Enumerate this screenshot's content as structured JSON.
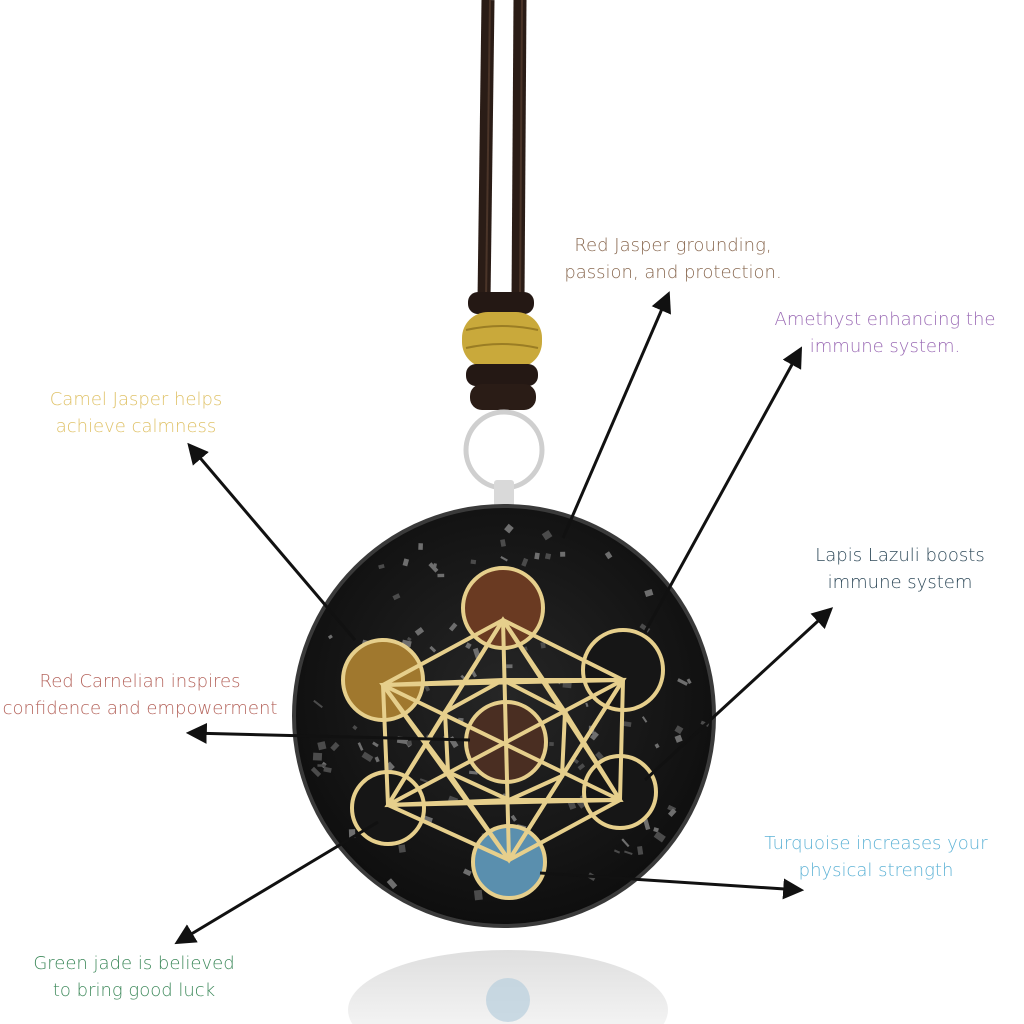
{
  "annotations": {
    "red_jasper": {
      "line1": "Red Jasper grounding,",
      "line2": "passion, and protection.",
      "color": "#8a6a52"
    },
    "amethyst": {
      "line1": "Amethyst enhancing the",
      "line2": "immune system.",
      "color": "#9b6bb5"
    },
    "camel_jasper": {
      "line1": "Camel Jasper helps",
      "line2": "achieve calmness",
      "color": "#e0c36a"
    },
    "lapis_lazuli": {
      "line1": "Lapis Lazuli boosts",
      "line2": "immune system",
      "color": "#2f4a5a"
    },
    "red_carnelian": {
      "line1": "Red Carnelian inspires",
      "line2": "confidence and empowerment",
      "color": "#b5655d"
    },
    "turquoise": {
      "line1": "Turquoise increases your",
      "line2": "physical strength",
      "color": "#5fb3d6"
    },
    "green_jade": {
      "line1": "Green jade is believed",
      "line2": "to bring good luck",
      "color": "#3f8a5c"
    }
  },
  "colors": {
    "pendant_body": "#141414",
    "gold": "#e6cf8c",
    "cord": "#2a1c16",
    "bead": "#c9a93b",
    "arrow": "#111111"
  }
}
